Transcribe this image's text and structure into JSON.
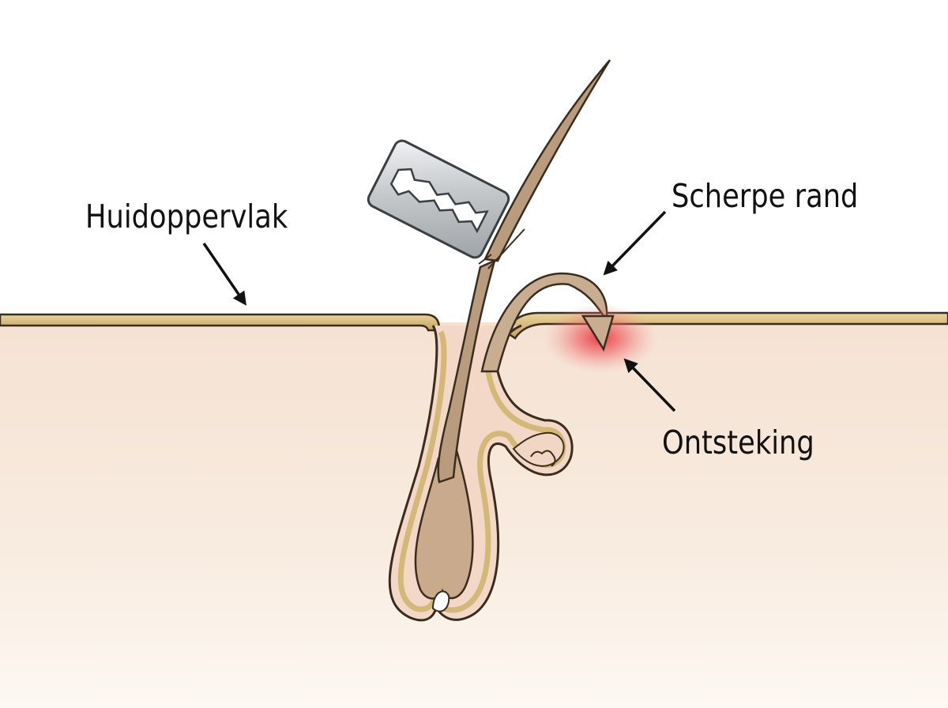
{
  "labels": {
    "skin_surface": "Huidoppervlak",
    "sharp_edge": "Scherpe rand",
    "inflammation": "Ontsteking"
  },
  "colors": {
    "skin_top": "#f6e4d6",
    "skin_bottom": "#fdf7f0",
    "surface_line": "#c9a866",
    "hair": "#b89a7e",
    "inflammation": "#e83a40",
    "blade": "#c8ccce"
  },
  "icons": {
    "razor": "razor-blade-icon",
    "arrow": "pointer-arrow-icon"
  }
}
